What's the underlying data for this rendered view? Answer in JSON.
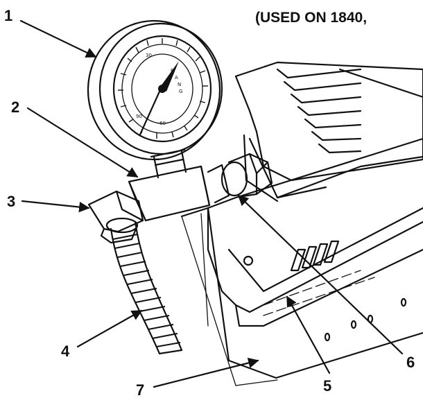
{
  "title": "(USED ON 1840,",
  "callouts": [
    {
      "id": "1",
      "label": "1"
    },
    {
      "id": "2",
      "label": "2"
    },
    {
      "id": "3",
      "label": "3"
    },
    {
      "id": "4",
      "label": "4"
    },
    {
      "id": "5",
      "label": "5"
    },
    {
      "id": "6",
      "label": "6"
    },
    {
      "id": "7",
      "label": "7"
    }
  ]
}
